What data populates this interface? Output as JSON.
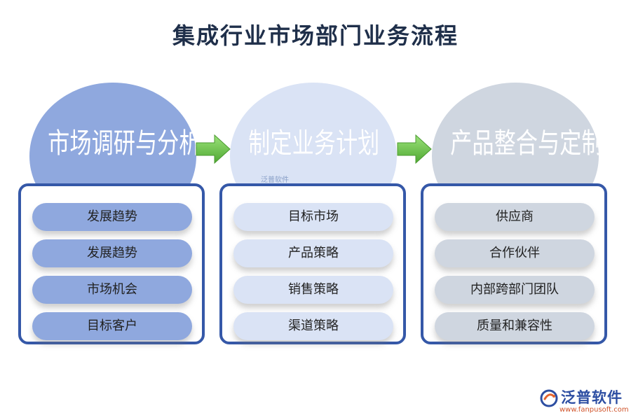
{
  "title": "集成行业市场部门业务流程",
  "stages": [
    {
      "label": "市场调研与分析",
      "items": [
        "发展趋势",
        "发展趋势",
        "市场机会",
        "目标客户"
      ]
    },
    {
      "label": "制定业务计划",
      "items": [
        "目标市场",
        "产品策略",
        "销售策略",
        "渠道策略"
      ]
    },
    {
      "label": "产品整合与定制",
      "items": [
        "供应商",
        "合作伙伴",
        "内部跨部门团队",
        "质量和兼容性"
      ]
    }
  ],
  "watermark": "泛普软件",
  "brand": {
    "name": "泛普软件",
    "url": "www.fanpusoft.com"
  },
  "colors": {
    "stage1": "#8fa8de",
    "stage2": "#dae3f5",
    "stage3": "#cfd6e0",
    "panel_border": "#3558a8",
    "arrow": "#6cc04a"
  },
  "icons": [
    "arrow-right-icon",
    "arrow-right-icon",
    "brand-logo-icon"
  ]
}
